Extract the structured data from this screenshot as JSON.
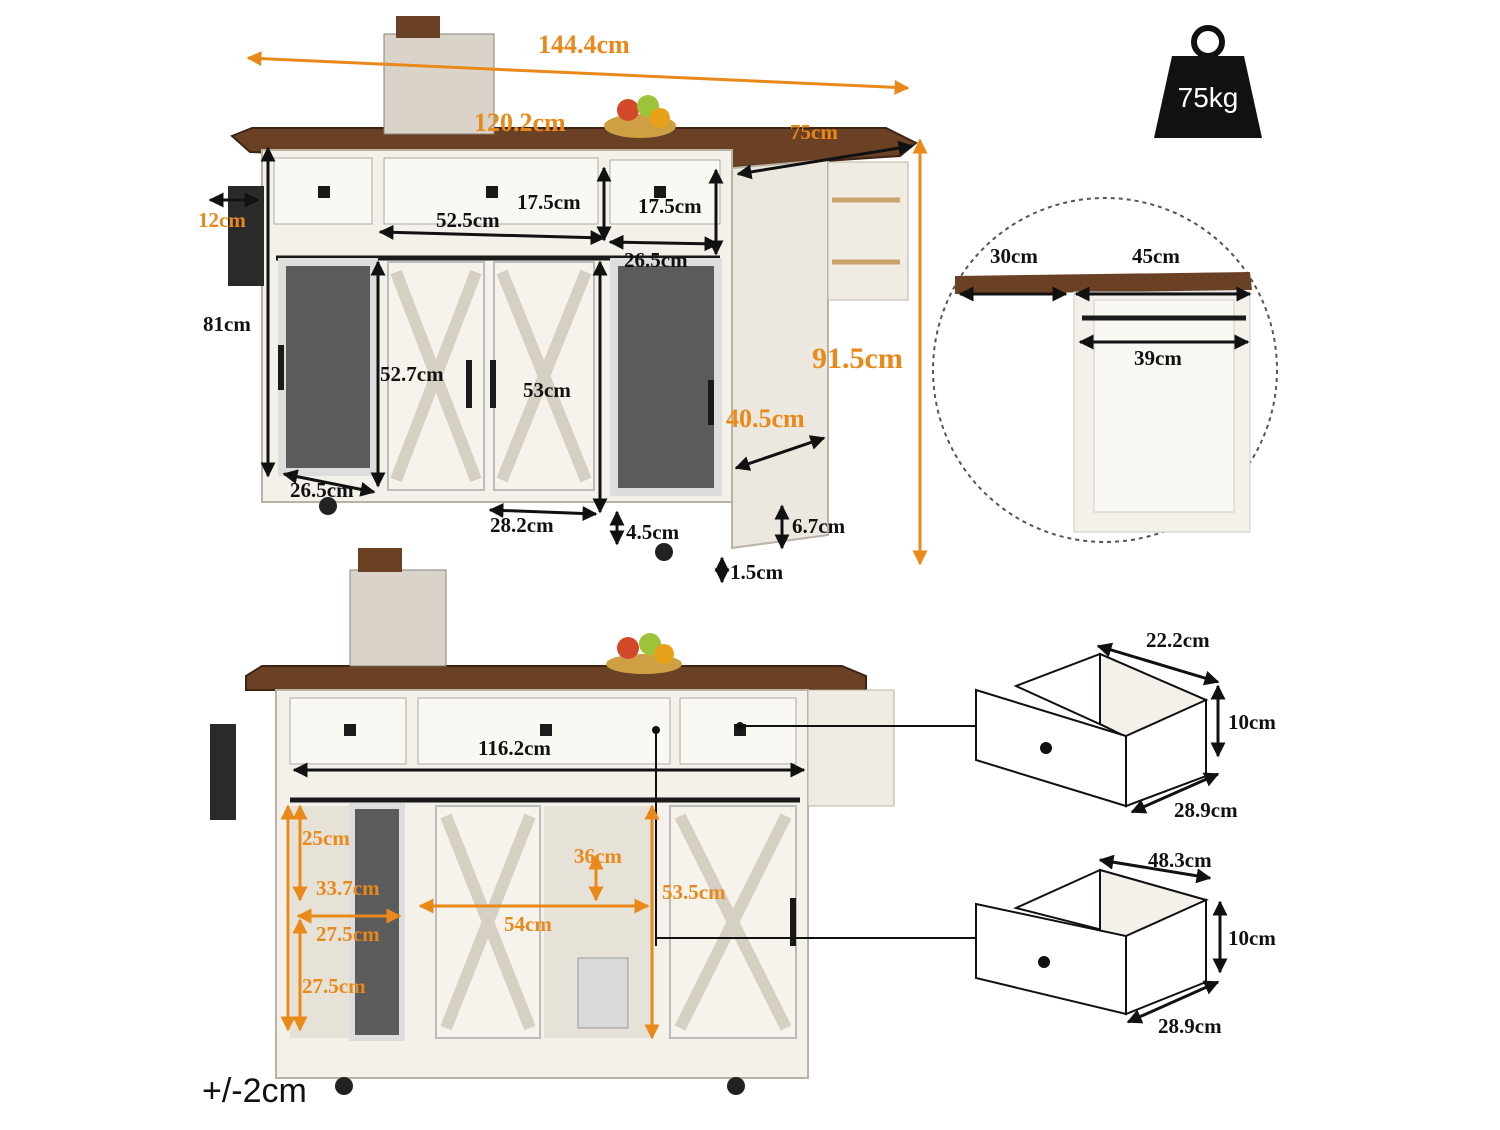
{
  "colors": {
    "accent": "#e8891a",
    "dimension_line": "#111111",
    "countertop": "#6b4126",
    "cabinet": "#f4f1ea",
    "hardware": "#1a1a1a"
  },
  "weight": {
    "icon": "weight-icon",
    "label": "75kg"
  },
  "tolerance": "+/-2cm",
  "top_view": {
    "total_length": "144.4cm",
    "top_length": "120.2cm",
    "depth": "75cm",
    "towel_rack": "12cm",
    "drawer_height_center": "17.5cm",
    "drawer_height_right": "17.5cm",
    "drawer_width_center": "52.5cm",
    "drawer_width_right": "26.5cm",
    "cabinet_height": "81cm",
    "total_height": "91.5cm",
    "door_height": "52.7cm",
    "barn_door_width": "53cm",
    "side_depth": "40.5cm",
    "left_door_width": "26.5cm",
    "door_panel_width": "28.2cm",
    "wheel_clearance": "4.5cm",
    "base_height": "6.7cm",
    "floor_gap": "1.5cm"
  },
  "detail_circle": {
    "overhang": "30cm",
    "top_depth": "45cm",
    "inner_depth": "39cm"
  },
  "front_view": {
    "drawer_total": "116.2cm",
    "shelf_upper": "25cm",
    "left_inner_height": "33.7cm",
    "left_inner_width": "27.5cm",
    "shelf_lower": "27.5cm",
    "center_shelf_height": "36cm",
    "center_inner_width": "54cm",
    "center_inner_height": "53.5cm"
  },
  "small_drawer": {
    "width": "22.2cm",
    "height": "10cm",
    "depth": "28.9cm"
  },
  "large_drawer": {
    "width": "48.3cm",
    "height": "10cm",
    "depth": "28.9cm"
  }
}
